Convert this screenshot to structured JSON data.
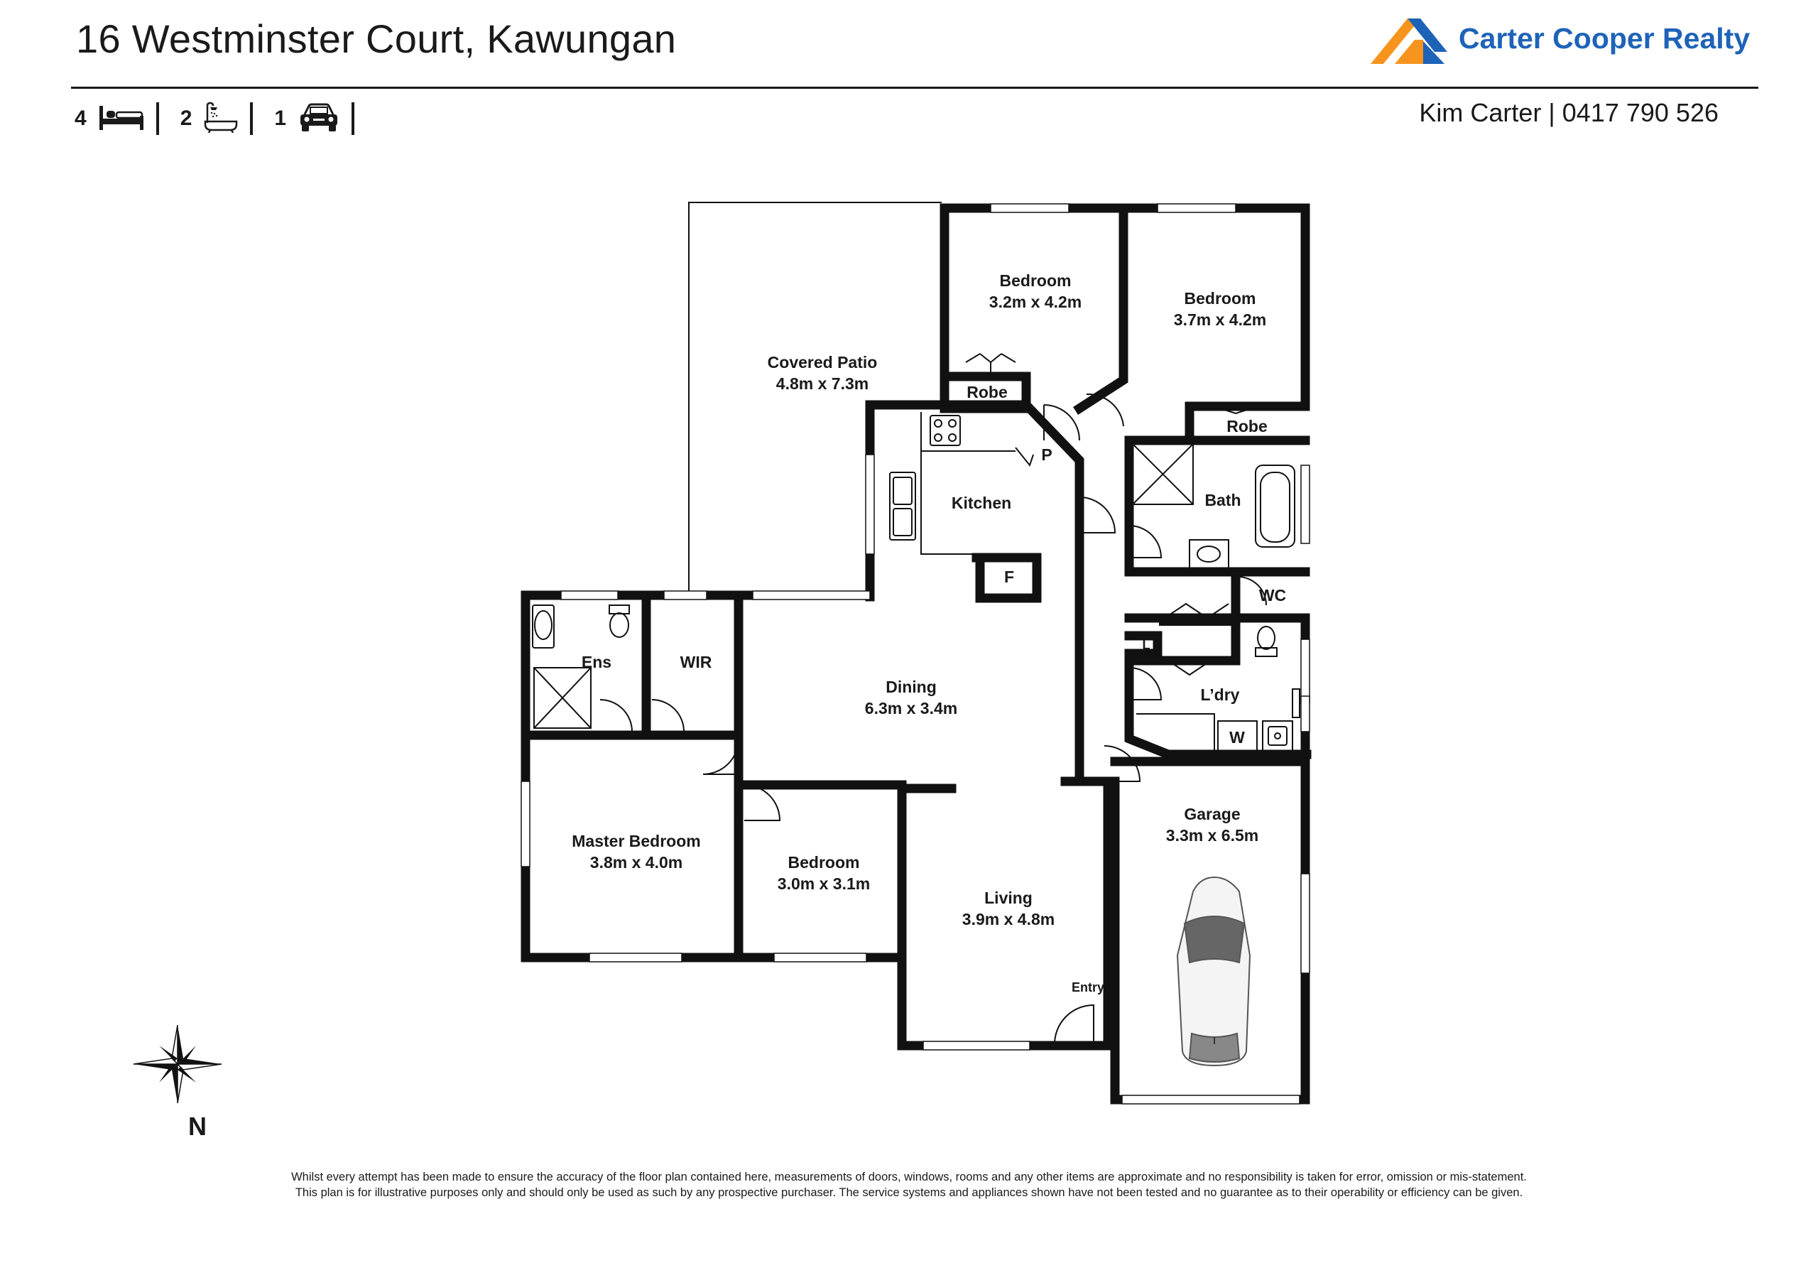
{
  "header": {
    "title": "16 Westminster Court, Kawungan"
  },
  "brand": {
    "name": "Carter Cooper Realty",
    "colors": {
      "orange": "#f7941d",
      "blue": "#1e63b8"
    }
  },
  "features": {
    "bedrooms": "4",
    "bathrooms": "2",
    "garages": "1",
    "icons": [
      "bed-icon",
      "shower-bath-icon",
      "car-icon"
    ]
  },
  "agent": {
    "contact": "Kim Carter | 0417 790 526"
  },
  "rooms": {
    "covered_patio": {
      "name": "Covered Patio",
      "size": "4.8m x 7.3m"
    },
    "bedroom_2": {
      "name": "Bedroom",
      "size": "3.2m x 4.2m"
    },
    "bedroom_3": {
      "name": "Bedroom",
      "size": "3.7m x 4.2m"
    },
    "robe_1": {
      "name": "Robe"
    },
    "robe_2": {
      "name": "Robe"
    },
    "kitchen": {
      "name": "Kitchen"
    },
    "pantry": {
      "name": "P"
    },
    "fridge": {
      "name": "F"
    },
    "bath": {
      "name": "Bath"
    },
    "wc": {
      "name": "WC"
    },
    "linen": {
      "name": "L"
    },
    "laundry": {
      "name": "L’dry"
    },
    "washer": {
      "name": "W"
    },
    "ensuite": {
      "name": "Ens"
    },
    "wir": {
      "name": "WIR"
    },
    "dining": {
      "name": "Dining",
      "size": "6.3m x 3.4m"
    },
    "master_bedroom": {
      "name": "Master Bedroom",
      "size": "3.8m x 4.0m"
    },
    "bedroom_4": {
      "name": "Bedroom",
      "size": "3.0m x 3.1m"
    },
    "living": {
      "name": "Living",
      "size": "3.9m x 4.8m"
    },
    "entry": {
      "name": "Entry"
    },
    "garage": {
      "name": "Garage",
      "size": "3.3m x 6.5m"
    }
  },
  "compass": {
    "label": "N"
  },
  "disclaimer": {
    "line1": "Whilst every attempt has been made to ensure the accuracy of the floor plan contained here, measurements of doors, windows, rooms and any other items are approximate and no responsibility is taken for error, omission  or mis-statement.",
    "line2": "This plan is for illustrative purposes only and should only be used as such by any prospective purchaser. The service systems and appliances shown have not been tested and no guarantee as to their operability or efficiency can be given."
  }
}
